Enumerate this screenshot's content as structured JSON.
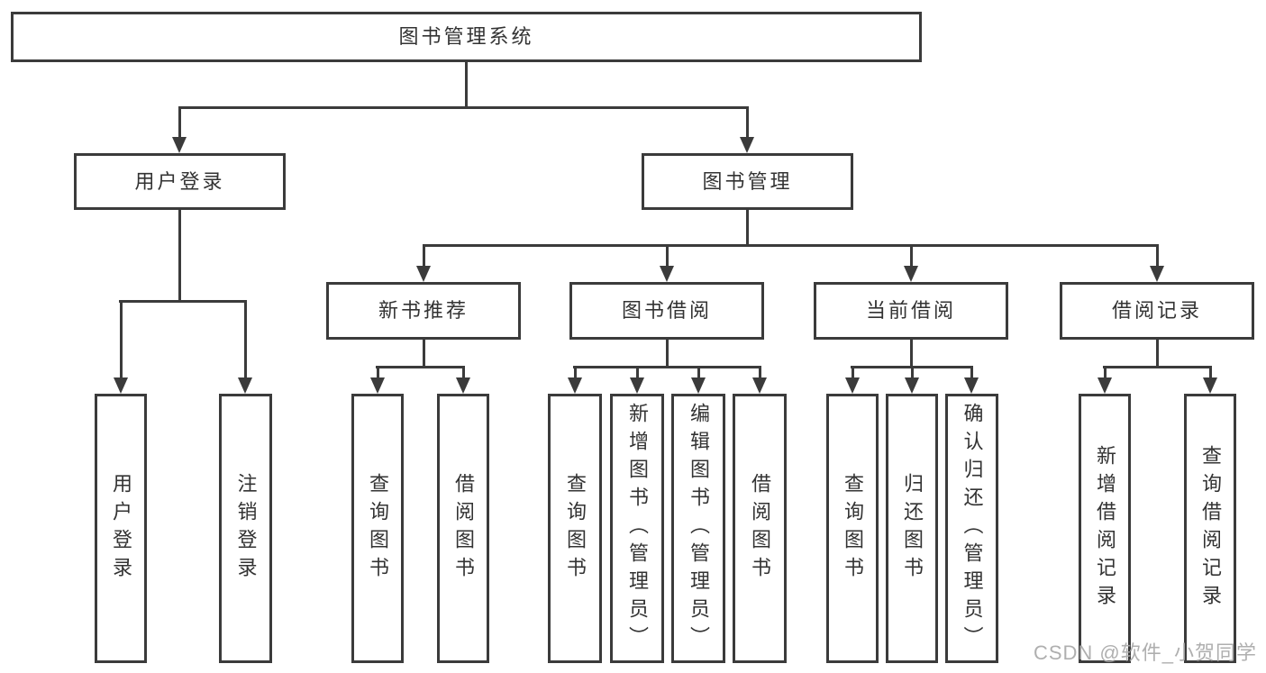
{
  "colors": {
    "line": "#3b3b3b",
    "text": "#333333",
    "watermark": "#a9a9a9",
    "bg": "#ffffff"
  },
  "watermark": {
    "text": "CSDN @软件_小贺同学"
  },
  "tree": {
    "root": {
      "label": "图书管理系统"
    },
    "branches": [
      {
        "label": "用户登录",
        "children": [
          {
            "label": "用户登录"
          },
          {
            "label": "注销登录"
          }
        ]
      },
      {
        "label": "图书管理",
        "children": [
          {
            "label": "新书推荐",
            "children": [
              {
                "label": "查询图书"
              },
              {
                "label": "借阅图书"
              }
            ]
          },
          {
            "label": "图书借阅",
            "children": [
              {
                "label": "查询图书"
              },
              {
                "label": "新增图书（管理员）"
              },
              {
                "label": "编辑图书（管理员）"
              },
              {
                "label": "借阅图书"
              }
            ]
          },
          {
            "label": "当前借阅",
            "children": [
              {
                "label": "查询图书"
              },
              {
                "label": "归还图书"
              },
              {
                "label": "确认归还（管理员）"
              }
            ]
          },
          {
            "label": "借阅记录",
            "children": [
              {
                "label": "新增借阅记录"
              },
              {
                "label": "查询借阅记录"
              }
            ]
          }
        ]
      }
    ]
  }
}
